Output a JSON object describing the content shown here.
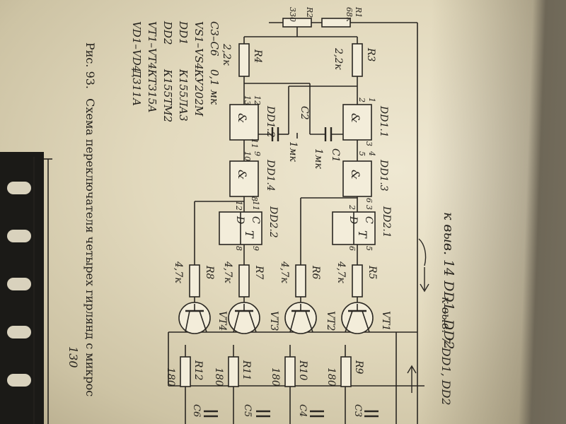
{
  "caption": {
    "label": "Рис. 93.",
    "text": "Схема переключателя четырех гирлянд с микрос"
  },
  "parts_list": [
    {
      "ref": "C3–C6",
      "value": "0,1 мк"
    },
    {
      "ref": "VS1–VS4",
      "value": "КУ202М"
    },
    {
      "ref": "DD1",
      "value": "К155ЛА3"
    },
    {
      "ref": "DD2",
      "value": "К155ТМ2"
    },
    {
      "ref": "VT1–VT4",
      "value": "КТ315А"
    },
    {
      "ref": "VD1–VD4",
      "value": "Д311А"
    }
  ],
  "dimension": "130",
  "handwritten": {
    "top": "к выв. 14 DD1, DD2",
    "bottom": "к выв. 7 DD1, DD2"
  },
  "resistors": {
    "R1": {
      "ref": "R1",
      "value": "68к"
    },
    "R2": {
      "ref": "R2",
      "value": "330"
    },
    "R3": {
      "ref": "R3",
      "value": "2,2к"
    },
    "R4": {
      "ref": "R4",
      "value": "2,2к"
    },
    "R5": {
      "ref": "R5",
      "value": "4,7к"
    },
    "R6": {
      "ref": "R6",
      "value": "4,7к"
    },
    "R7": {
      "ref": "R7",
      "value": "4,7к"
    },
    "R8": {
      "ref": "R8",
      "value": "4,7к"
    },
    "R9": {
      "ref": "R9",
      "value": "180"
    },
    "R10": {
      "ref": "R10",
      "value": "180"
    },
    "R11": {
      "ref": "R11",
      "value": "180"
    },
    "R12": {
      "ref": "R12",
      "value": "180"
    }
  },
  "capacitors": {
    "C1": {
      "ref": "C1",
      "value": "1мк"
    },
    "C2": {
      "ref": "C2",
      "value": "1мк"
    },
    "C3": {
      "ref": "C3"
    },
    "C4": {
      "ref": "C4"
    },
    "C5": {
      "ref": "C5"
    },
    "C6": {
      "ref": "C6"
    }
  },
  "gates": {
    "DD11": {
      "label": "DD1.1",
      "sym": "&",
      "pins": [
        "1",
        "2",
        "3"
      ]
    },
    "DD12": {
      "label": "DD1.2",
      "sym": "&",
      "pins": [
        "12",
        "13",
        "11"
      ]
    },
    "DD13": {
      "label": "DD1.3",
      "sym": "&",
      "pins": [
        "4",
        "5",
        "6"
      ]
    },
    "DD14": {
      "label": "DD1.4",
      "sym": "&",
      "pins": [
        "9",
        "10",
        "8"
      ]
    }
  },
  "triggers": {
    "DD21": {
      "label": "DD2.1",
      "sym": "T",
      "c": "C",
      "d": "D",
      "pins": [
        "3",
        "2",
        "5",
        "6"
      ]
    },
    "DD22": {
      "label": "DD2.2",
      "sym": "T",
      "c": "C",
      "d": "D",
      "pins": [
        "11",
        "12",
        "9",
        "8"
      ]
    }
  },
  "transistors": {
    "VT1": "VT1",
    "VT2": "VT2",
    "VT3": "VT3",
    "VT4": "VT4"
  },
  "side_label": "VD"
}
